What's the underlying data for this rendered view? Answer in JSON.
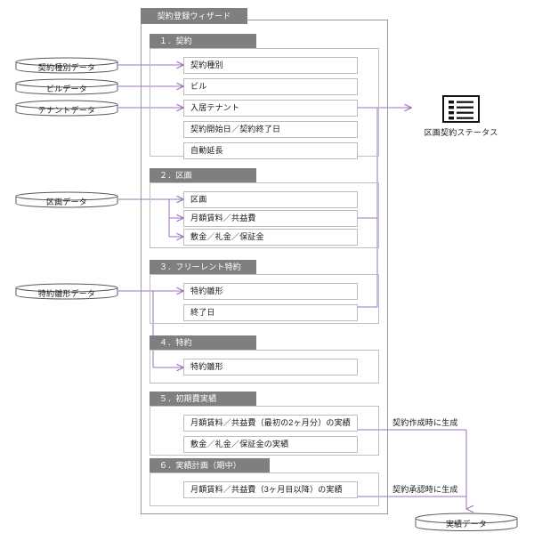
{
  "diagram": {
    "title": "契約登録ウィザード",
    "steps": [
      {
        "id": "step1",
        "header": "１．契約",
        "fields": [
          "契約種別",
          "ビル",
          "入居テナント",
          "契約開始日／契約終了日",
          "自動延長"
        ]
      },
      {
        "id": "step2",
        "header": "２．区画",
        "fields": [
          "区画",
          "月額賃料／共益費",
          "敷金／礼金／保証金"
        ]
      },
      {
        "id": "step3",
        "header": "３．フリーレント特約",
        "fields": [
          "特約雛形",
          "終了日"
        ]
      },
      {
        "id": "step4",
        "header": "４．特約",
        "fields": [
          "特約雛形"
        ]
      },
      {
        "id": "step5",
        "header": "５．初期費実績",
        "fields": [
          "月額賃料／共益費（最初の2ヶ月分）の実績",
          "敷金／礼金／保証金の実績"
        ]
      },
      {
        "id": "step6",
        "header": "６．実績計画（期中）",
        "fields": [
          "月額賃料／共益費（3ヶ月目以降）の実績"
        ]
      }
    ],
    "datastores": [
      {
        "id": "ds-contract-type",
        "label": "契約種別データ"
      },
      {
        "id": "ds-building",
        "label": "ビルデータ"
      },
      {
        "id": "ds-tenant",
        "label": "テナントデータ"
      },
      {
        "id": "ds-section",
        "label": "区画データ"
      },
      {
        "id": "ds-clause-template",
        "label": "特約雛形データ"
      },
      {
        "id": "ds-actuals",
        "label": "実績データ"
      }
    ],
    "status_output": {
      "icon": "list-document-icon",
      "caption": "区画契約ステータス"
    },
    "annotations": [
      {
        "id": "annot-create",
        "text": "契約作成時に生成"
      },
      {
        "id": "annot-approve",
        "text": "契約承認時に生成"
      }
    ],
    "colors": {
      "header_gray": "#7f7f7f",
      "frame_gray": "#9a9a9a",
      "field_border": "#bdbdbd",
      "connector_purple": "#9a72c0",
      "icon_black": "#111111",
      "page_background": "#ffffff"
    }
  }
}
